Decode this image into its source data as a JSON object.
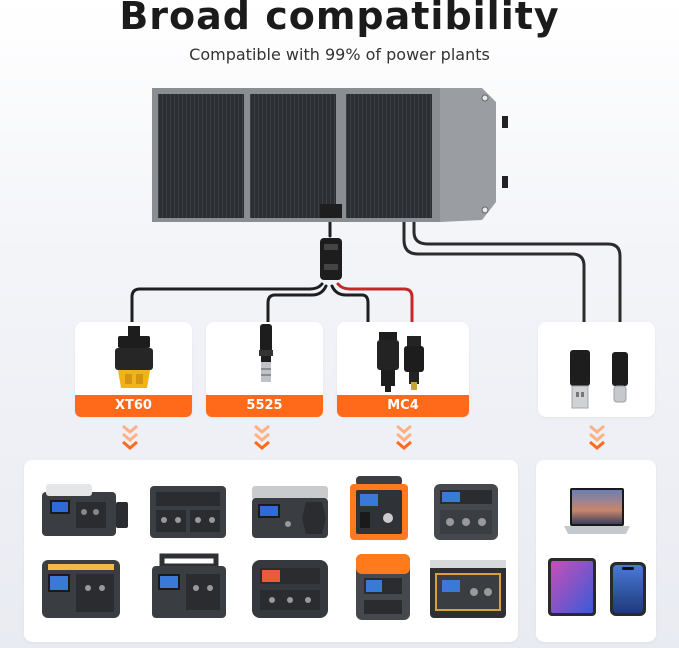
{
  "header": {
    "title": "Broad compatibility",
    "subtitle": "Compatible with 99% of power plants"
  },
  "connectors": [
    {
      "label": "XT60"
    },
    {
      "label": "5525"
    },
    {
      "label": "MC4"
    }
  ],
  "colors": {
    "accent": "#ff6a1a",
    "panel_cell": "#2a2d31",
    "panel_fabric": "#8c8f94",
    "cable": "#1f1f1f",
    "cable_red": "#c62828"
  },
  "icons": {
    "solar_panel": "solar-panel-icon",
    "xt60": "xt60-connector-icon",
    "dc5525": "dc5525-connector-icon",
    "mc4": "mc4-connector-icon",
    "usb_a": "usb-a-connector-icon",
    "usb_c": "usb-c-connector-icon"
  }
}
